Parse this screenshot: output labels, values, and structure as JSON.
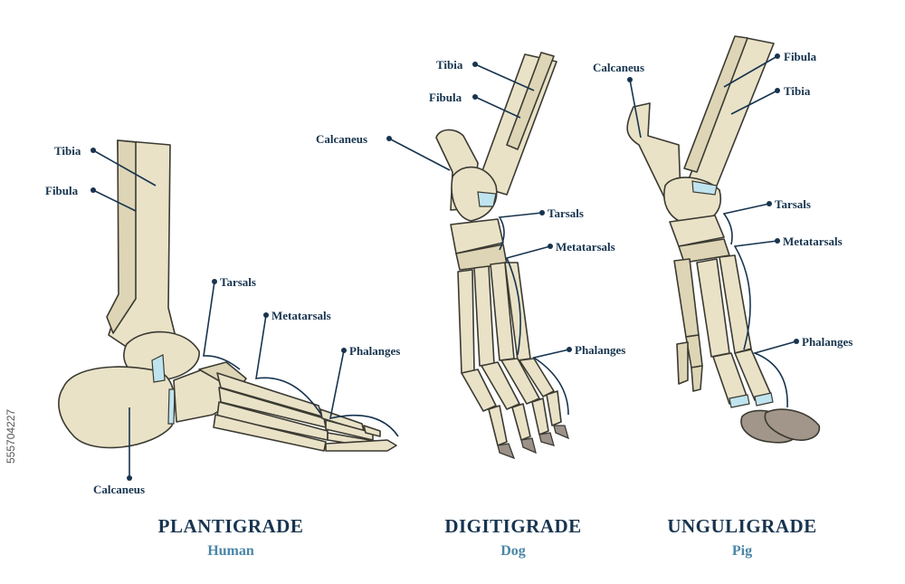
{
  "accent_color": "#17344f",
  "subtitle_color": "#4a86a8",
  "watermark": "555704227",
  "panels": {
    "plantigrade": {
      "title": "PLANTIGRADE",
      "subtitle": "Human",
      "labels": {
        "tibia": "Tibia",
        "fibula": "Fibula",
        "tarsals": "Tarsals",
        "metatarsals": "Metatarsals",
        "phalanges": "Phalanges",
        "calcaneus": "Calcaneus"
      }
    },
    "digitigrade": {
      "title": "DIGITIGRADE",
      "subtitle": "Dog",
      "labels": {
        "tibia": "Tibia",
        "fibula": "Fibula",
        "calcaneus": "Calcaneus",
        "tarsals": "Tarsals",
        "metatarsals": "Metatarsals",
        "phalanges": "Phalanges"
      }
    },
    "unguligrade": {
      "title": "UNGULIGRADE",
      "subtitle": "Pig",
      "labels": {
        "calcaneus": "Calcaneus",
        "fibula": "Fibula",
        "tibia": "Tibia",
        "tarsals": "Tarsals",
        "metatarsals": "Metatarsals",
        "phalanges": "Phalanges"
      }
    }
  }
}
